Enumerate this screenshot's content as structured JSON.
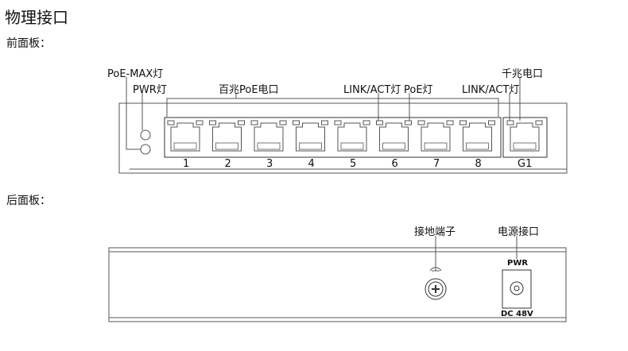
{
  "title": "物理接口",
  "front": {
    "heading": "前面板：",
    "labels": {
      "poe_max": "PoE-MAX灯",
      "pwr": "PWR灯",
      "fe_ports": "百兆PoE电口",
      "link_act_1": "LINK/ACT灯",
      "poe_led": "PoE灯",
      "link_act_2": "LINK/ACT灯",
      "ge_port": "千兆电口"
    },
    "ports": [
      "1",
      "2",
      "3",
      "4",
      "5",
      "6",
      "7",
      "8"
    ],
    "uplink": "G1"
  },
  "rear": {
    "heading": "后面板：",
    "labels": {
      "ground": "接地端子",
      "power": "电源接口"
    },
    "power_top": "PWR",
    "power_bottom": "DC 48V"
  }
}
